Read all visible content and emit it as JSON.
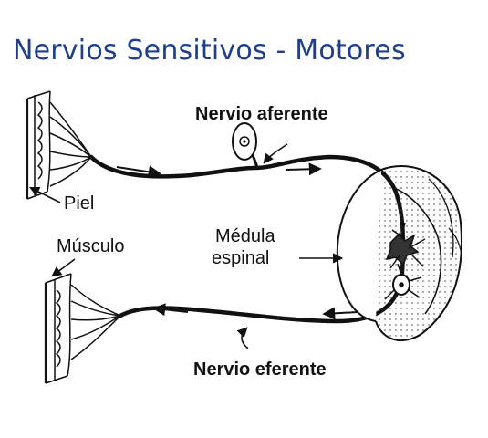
{
  "title": "Nervios Sensitivos - Motores",
  "labels": {
    "afferent": "Nervio aferente",
    "efferent": "Nervio eferente",
    "skin": "Piel",
    "muscle": "Músculo",
    "spinal_cord_line1": "Médula",
    "spinal_cord_line2": "espinal"
  },
  "colors": {
    "title": "#1f3f8c",
    "line": "#111111"
  }
}
